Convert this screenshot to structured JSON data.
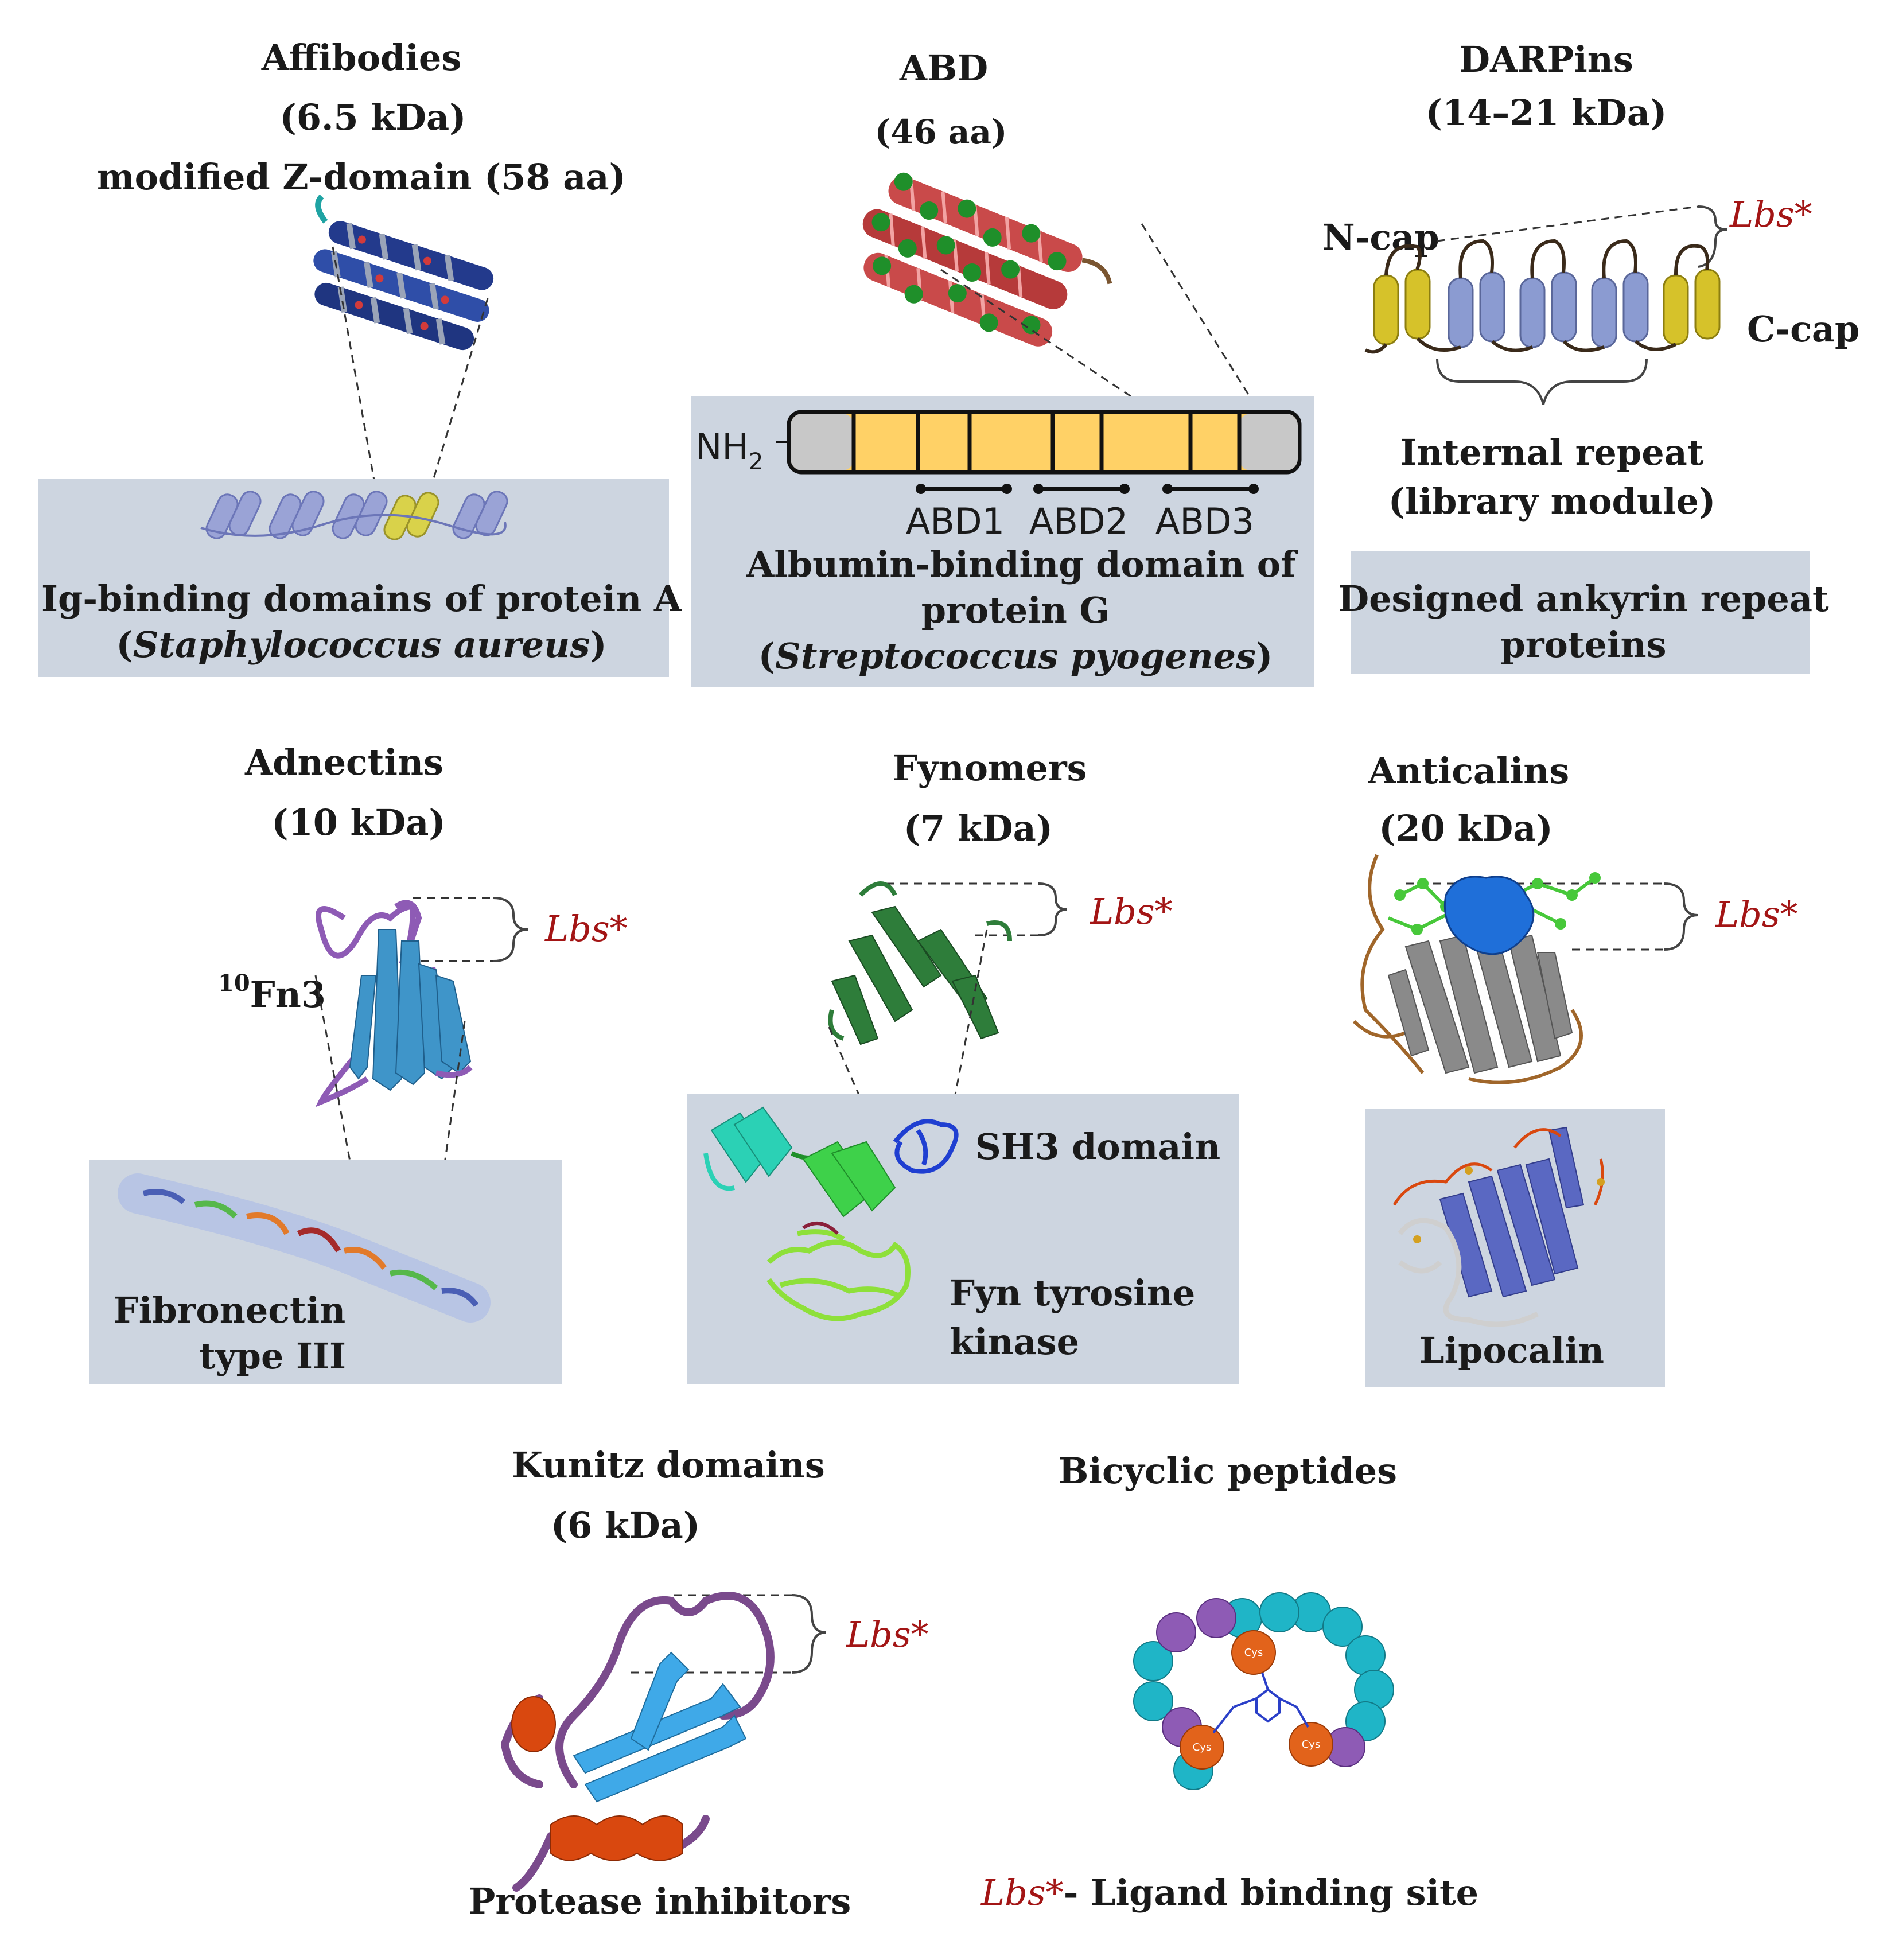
{
  "panels": {
    "affibodies": {
      "title": "Affibodies",
      "mass": "(6.5 kDa)",
      "desc": "modified  Z-domain (58 aa)",
      "box_line1": "Ig-binding domains of protein A",
      "box_line2_pre": "(",
      "box_line2_ital": "Staphylococcus aureus",
      "box_line2_post": ")"
    },
    "abd": {
      "title": "ABD",
      "length": "(46 aa)",
      "nterm": "NH",
      "nterm_sub": "2",
      "domain_labels": [
        "ABD1",
        "ABD2",
        "ABD3"
      ],
      "box_line1": "Albumin-binding domain of",
      "box_line2": "protein G",
      "box_line3_pre": "(",
      "box_line3_ital": "Streptococcus pyogenes",
      "box_line3_post": ")"
    },
    "darpins": {
      "title": "DARPins",
      "mass": "(14–21 kDa)",
      "ncap": "N-cap",
      "ccap": "C-cap",
      "lbs": "Lbs*",
      "repeat_line1": "Internal repeat",
      "repeat_line2": "(library module)",
      "box_line1": "Designed ankyrin repeat",
      "box_line2": "proteins"
    },
    "adnectins": {
      "title": "Adnectins",
      "mass": "(10 kDa)",
      "fn3_sup": "10",
      "fn3": "Fn3",
      "lbs": "Lbs*",
      "box_line1": "Fibronectin",
      "box_line2": "type III"
    },
    "fynomers": {
      "title": "Fynomers",
      "mass": "(7 kDa)",
      "lbs": "Lbs*",
      "sh3": "SH3 domain",
      "kinase_line1": "Fyn tyrosine",
      "kinase_line2": "kinase"
    },
    "anticalins": {
      "title": "Anticalins",
      "mass": "(20 kDa)",
      "lbs": "Lbs*",
      "box_label": "Lipocalin"
    },
    "kunitz": {
      "title": "Kunitz domains",
      "mass": "(6 kDa)",
      "lbs": "Lbs*",
      "caption": "Protease inhibitors"
    },
    "bicyclic": {
      "title": "Bicyclic peptides",
      "cys_label": "Cys",
      "legend_lbs": "Lbs*",
      "legend_text": "- Ligand binding site"
    }
  },
  "colors": {
    "box": "#cdd5e0",
    "lbs": "#a31515",
    "abd_domain": "#ffd166",
    "abd_end": "#c8c8c8",
    "darpin_cap": "#d6c22a",
    "darpin_repeat": "#8b9bd1",
    "teal": "#1fb5c7",
    "purple": "#8e5bb5",
    "orange": "#e2631b"
  }
}
